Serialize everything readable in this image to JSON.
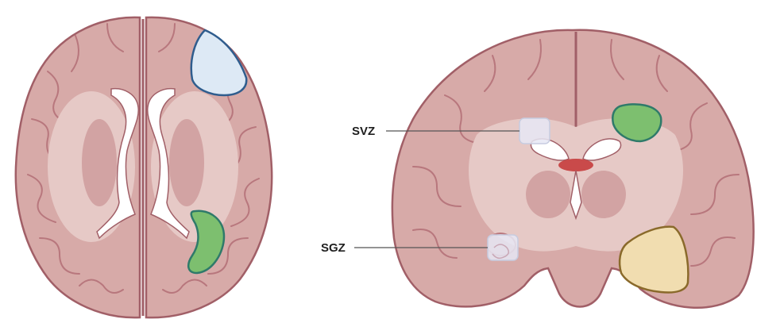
{
  "labels": {
    "svz": "SVZ",
    "sgz": "SGZ"
  },
  "colors": {
    "tissue": "#d7aaa8",
    "tissue_outline": "#a15f67",
    "sulcus": "#b8777d",
    "white_matter": "#e6c9c6",
    "ventricle": "#ffffff",
    "region_blue": "#dde9f5",
    "region_blue_outline": "#2f5d8e",
    "region_green": "#7dbf6f",
    "region_green_outline": "#2f7a6a",
    "region_yellow": "#f1ddb0",
    "region_yellow_outline": "#8a6a2b",
    "highlight_box": "#e6e8f4",
    "leader_line": "#555555"
  },
  "icons": [
    "axial-brain-section",
    "coronal-brain-section"
  ]
}
